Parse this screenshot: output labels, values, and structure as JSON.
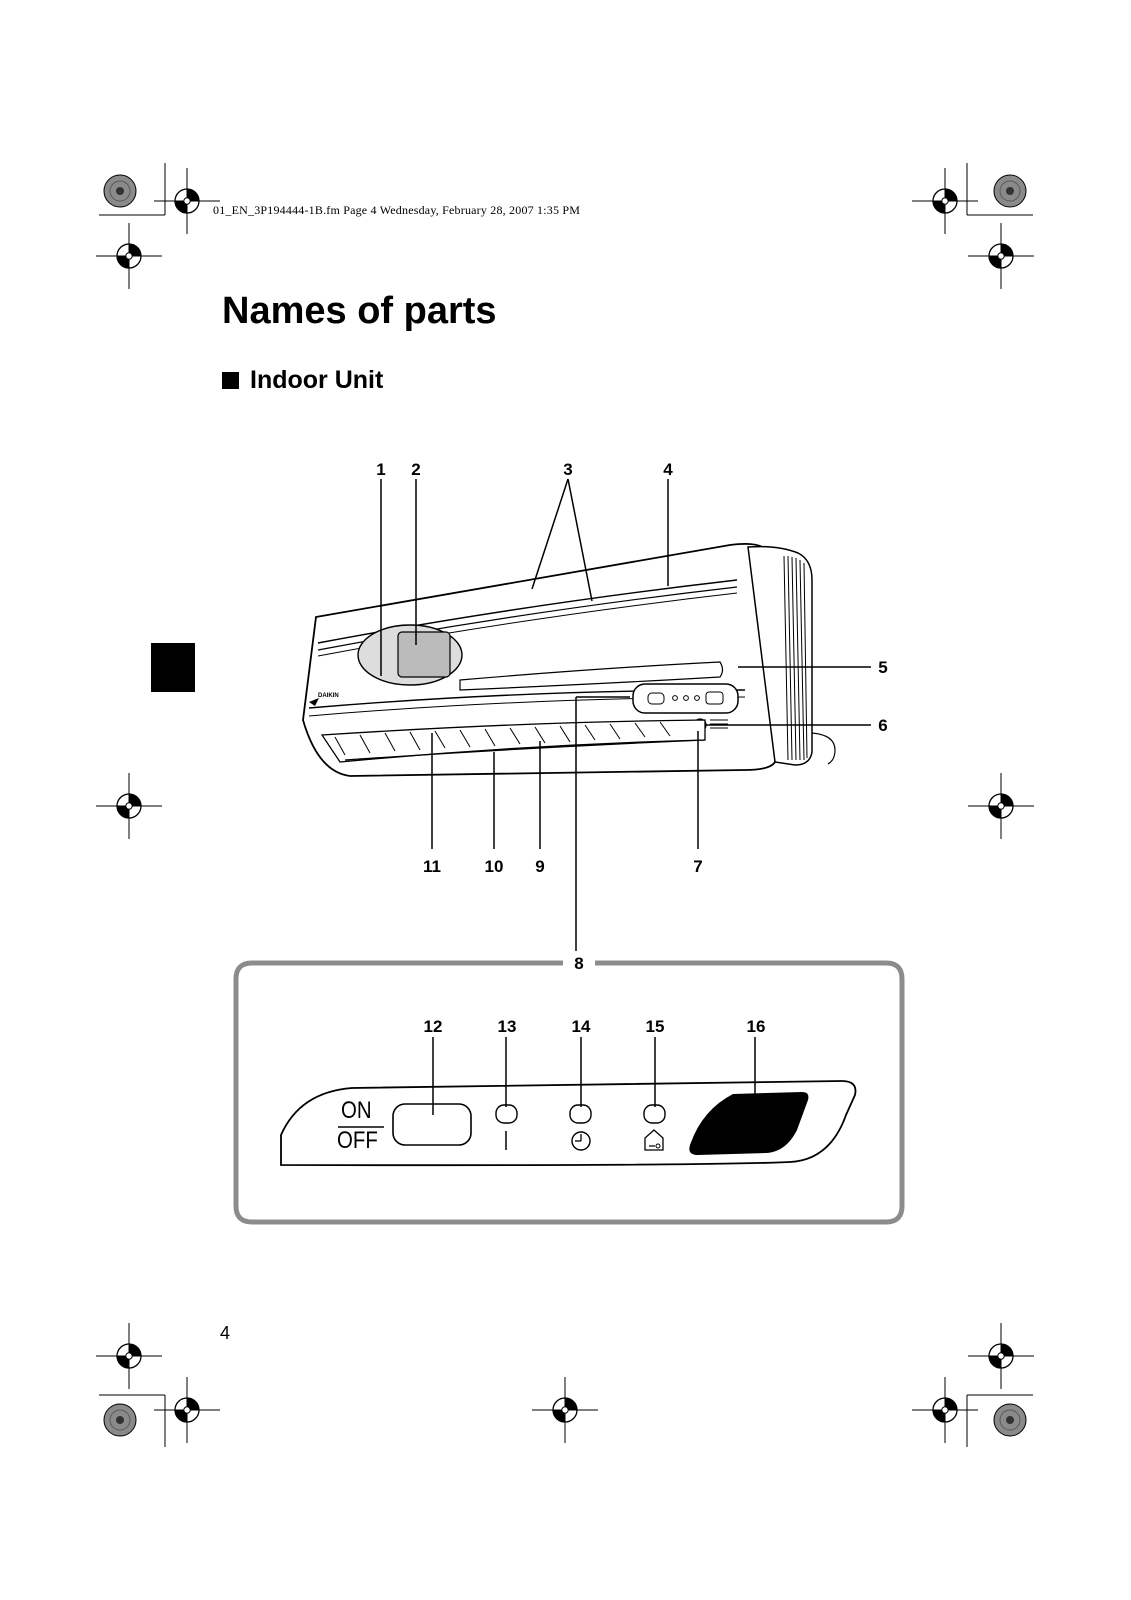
{
  "header": {
    "file_info": "01_EN_3P194444-1B.fm  Page 4  Wednesday, February 28, 2007  1:35 PM"
  },
  "title": "Names of parts",
  "section": {
    "title": "Indoor Unit"
  },
  "brand_logo": "DAIKIN",
  "callouts": {
    "n1": "1",
    "n2": "2",
    "n3": "3",
    "n4": "4",
    "n5": "5",
    "n6": "6",
    "n7": "7",
    "n8": "8",
    "n9": "9",
    "n10": "10",
    "n11": "11",
    "n12": "12",
    "n13": "13",
    "n14": "14",
    "n15": "15",
    "n16": "16"
  },
  "control_panel": {
    "on_label": "ON",
    "off_label": "OFF"
  },
  "page_number": "4"
}
